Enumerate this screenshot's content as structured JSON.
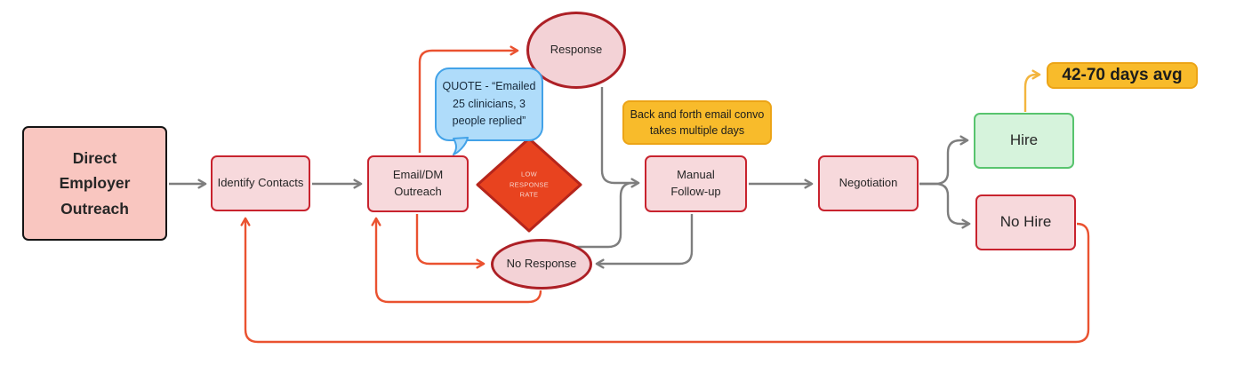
{
  "canvas": {
    "background": "#ffffff"
  },
  "nodes": {
    "direct_employer_outreach": {
      "label": "Direct Employer Outreach"
    },
    "identify_contacts": {
      "label": "Identify Contacts"
    },
    "email_dm_outreach": {
      "label": "Email/DM Outreach"
    },
    "response": {
      "label": "Response"
    },
    "no_response": {
      "label": "No Response"
    },
    "manual_follow_up": {
      "label": "Manual Follow-up"
    },
    "negotiation": {
      "label": "Negotiation"
    },
    "hire": {
      "label": "Hire"
    },
    "no_hire": {
      "label": "No Hire"
    },
    "low_response_rate": {
      "label": "LOW RESPONSE RATE"
    }
  },
  "annotations": {
    "quote_bubble": {
      "label": "QUOTE - “Emailed 25 clinicians, 3 people replied”"
    },
    "email_convo_note": {
      "label": "Back and forth email convo takes multiple days"
    },
    "days_avg_note": {
      "label": "42-70 days avg"
    }
  },
  "edges": [
    {
      "from": "direct_employer_outreach",
      "to": "identify_contacts",
      "color": "gray"
    },
    {
      "from": "identify_contacts",
      "to": "email_dm_outreach",
      "color": "gray"
    },
    {
      "from": "email_dm_outreach",
      "to": "response",
      "color": "orange"
    },
    {
      "from": "email_dm_outreach",
      "to": "no_response",
      "color": "orange"
    },
    {
      "from": "no_response",
      "to": "email_dm_outreach",
      "color": "orange"
    },
    {
      "from": "response",
      "to": "manual_follow_up",
      "color": "gray"
    },
    {
      "from": "no_response",
      "to": "manual_follow_up",
      "color": "gray"
    },
    {
      "from": "manual_follow_up",
      "to": "no_response",
      "color": "gray"
    },
    {
      "from": "manual_follow_up",
      "to": "negotiation",
      "color": "gray"
    },
    {
      "from": "negotiation",
      "to": "hire",
      "color": "gray"
    },
    {
      "from": "negotiation",
      "to": "no_hire",
      "color": "gray"
    },
    {
      "from": "hire",
      "to": "days_avg_note",
      "color": "yellow"
    },
    {
      "from": "no_hire",
      "to": "identify_contacts",
      "color": "orange"
    }
  ],
  "colors": {
    "start_fill": "#f9c6c0",
    "start_border": "#141414",
    "pink_fill": "#f7d9dc",
    "pink_border": "#c8232e",
    "ellipse_fill": "#f3d2d6",
    "ellipse_border": "#ad2026",
    "diamond_fill": "#e8431f",
    "diamond_border": "#b6251b",
    "bubble_fill": "#afdcfa",
    "bubble_border": "#42a2e8",
    "amber_fill": "#f8bb2b",
    "amber_border": "#eca416",
    "green_fill": "#d6f3dc",
    "green_border": "#58c46e",
    "gray_line": "#7e7e7e",
    "orange_line": "#ea5230",
    "yellow_line": "#f3b53e"
  }
}
